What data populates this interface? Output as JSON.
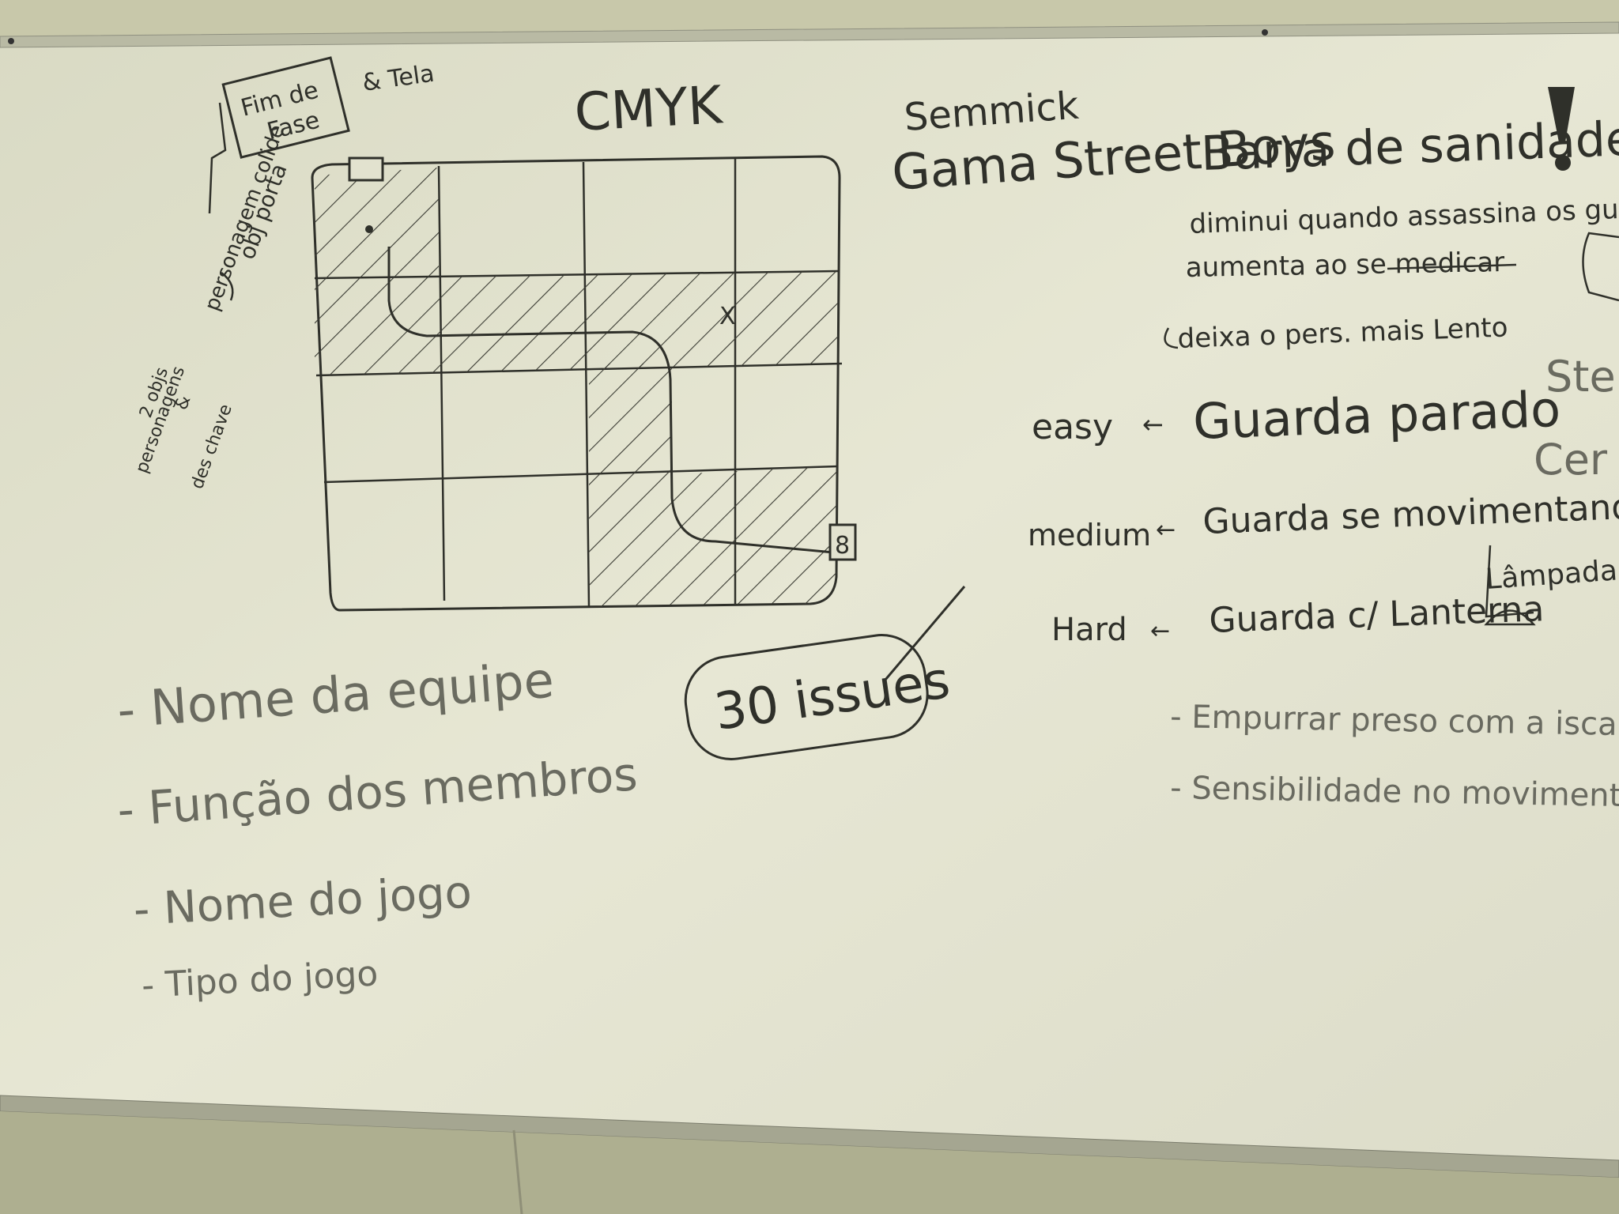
{
  "colors": {
    "board": "#e2e2cf",
    "ink": "#2f302a",
    "frame": "#b9baa4",
    "wall": "#c6c6a8"
  },
  "sketch": {
    "title": "CMYK",
    "tela_note": "& Tela",
    "fim_de": "Fim de",
    "fase": "Fase",
    "obj_porta": "obj porta",
    "personagem_colide": "personagem colide",
    "obj_side_1": "2 objs",
    "obj_side_2": "personagens",
    "obj_side_3": "&",
    "obj_side_4": "des chave",
    "x_mark": "X",
    "door_mark": "8"
  },
  "requirements": [
    "- Nome da equipe",
    "- Função dos membros",
    "- Nome do jogo",
    "- Tipo do jogo"
  ],
  "issues_note": "30 issues",
  "team": {
    "author": "Semmick",
    "name": "Gama Street Boys"
  },
  "sanity": {
    "title": "Barra de sanidade",
    "decrease": "diminui quando assassina os guardas",
    "increase": "aumenta ao se medicar",
    "effect": "deixa o pers. mais Lento"
  },
  "difficulty": [
    {
      "level": "easy",
      "desc": "Guarda parado"
    },
    {
      "level": "medium",
      "desc": "Guarda se movimentando"
    },
    {
      "level": "Hard",
      "desc": "Guarda c/ Lanterna"
    }
  ],
  "lampada": "Lâmpada",
  "extras": [
    "- Empurrar preso com a isca",
    "- Sensibilidade no movimento"
  ],
  "edge_text": {
    "ste": "Ste",
    "cer": "Cer"
  }
}
